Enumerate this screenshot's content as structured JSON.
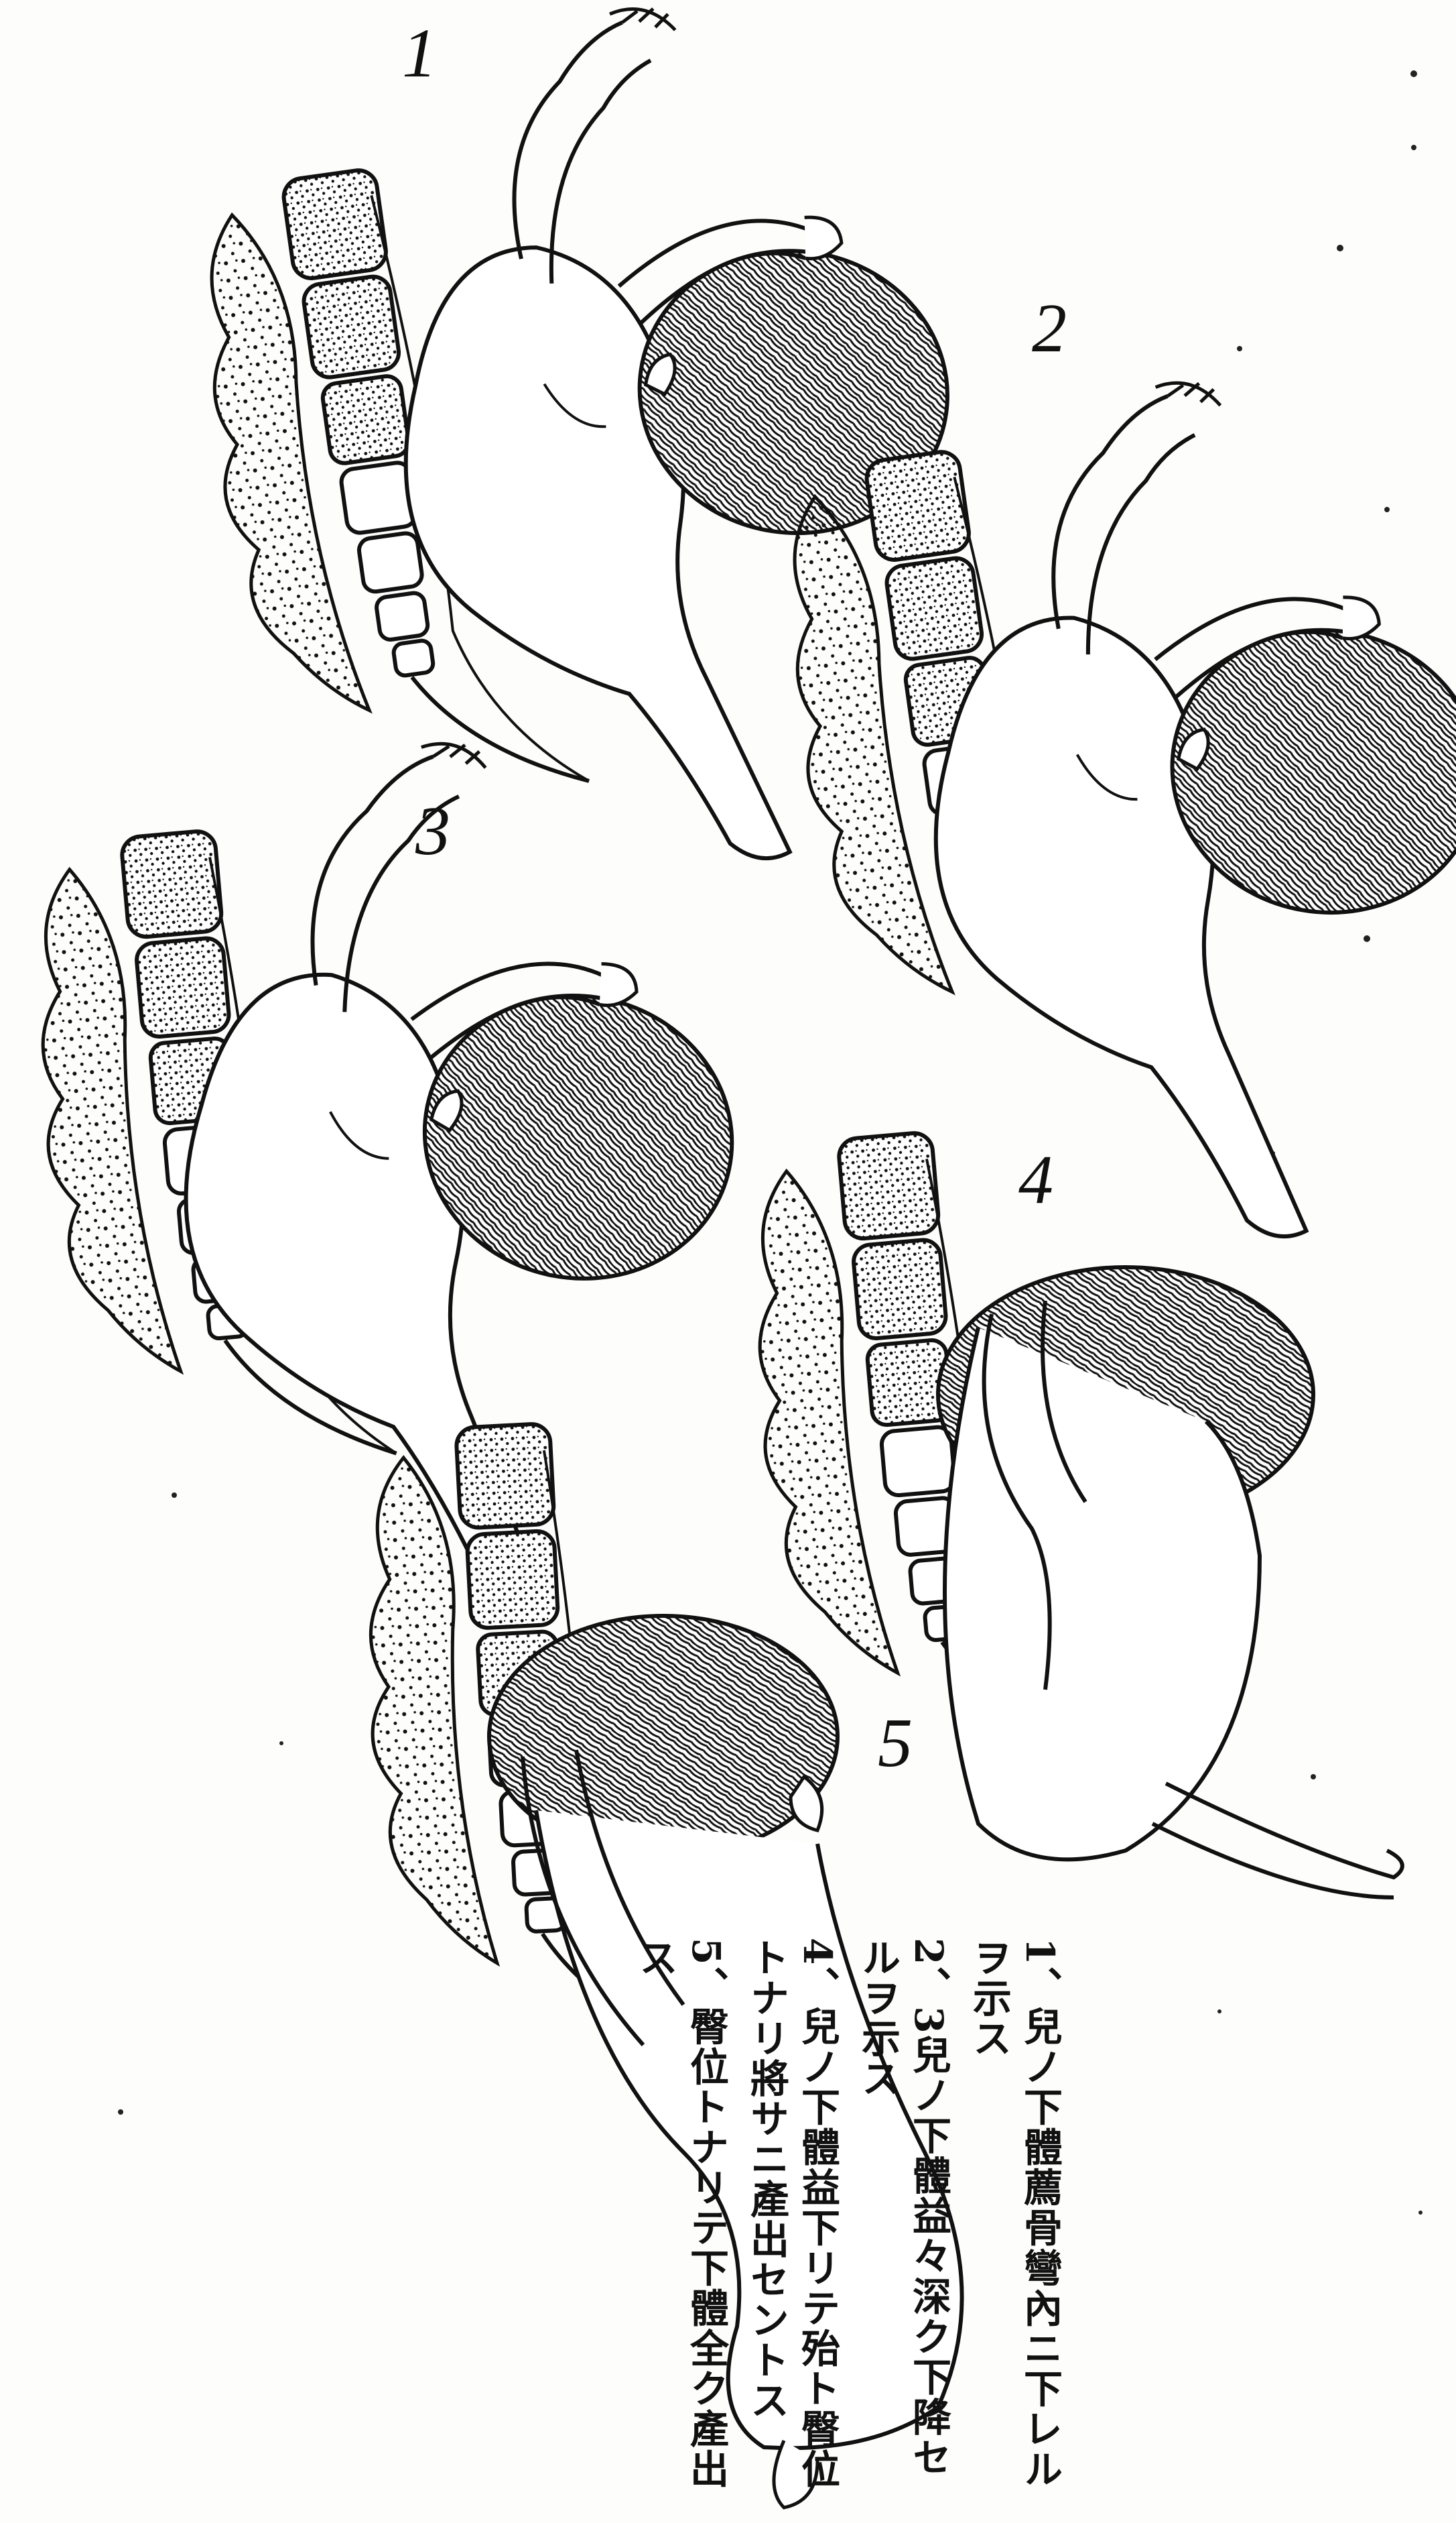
{
  "figure_numbers": [
    "1",
    "2",
    "3",
    "4",
    "5"
  ],
  "caption": [
    "1、兒ノ下體薦骨彎內ニ下レルヲ示ス",
    "2、3兒ノ下體益々深ク下降セルヲ示ス",
    "4、兒ノ下體益下リテ殆ト臀位トナリ將サニ產出セントス",
    "5、臀位トナリテ下體全ク產出ス"
  ]
}
